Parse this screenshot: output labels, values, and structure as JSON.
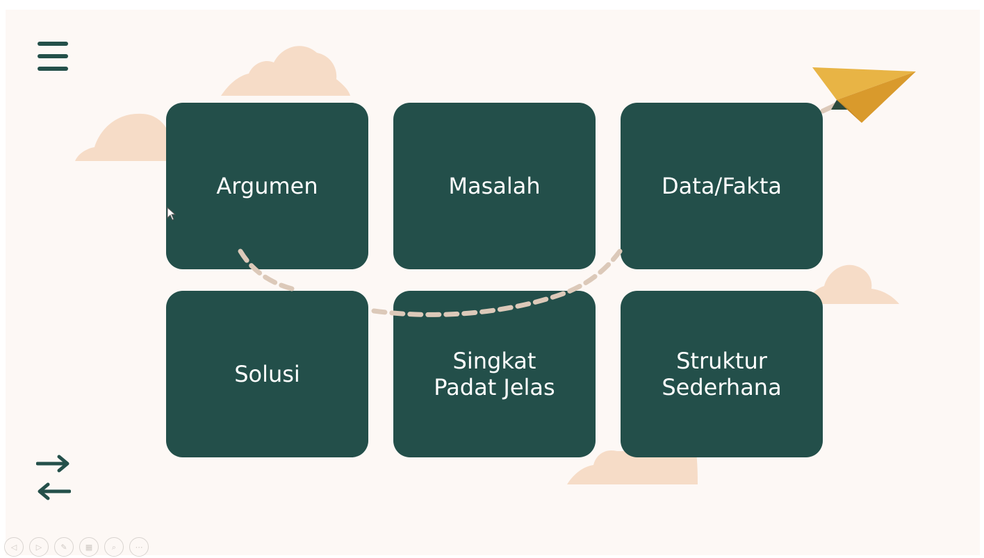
{
  "menu": {
    "icon": "hamburger-menu-icon"
  },
  "cards": {
    "argumen": "Argumen",
    "masalah": "Masalah",
    "data_fakta": "Data/Fakta",
    "solusi": "Solusi",
    "singkat": "Singkat\nPadat Jelas",
    "struktur": "Struktur\nSederhana"
  },
  "nav": {
    "next_icon": "arrow-right-icon",
    "prev_icon": "arrow-left-icon"
  },
  "toolbar": {
    "items": [
      "previous-slide-icon",
      "next-slide-icon",
      "pen-icon",
      "slides-grid-icon",
      "zoom-icon",
      "more-options-icon"
    ],
    "labels": [
      "◁",
      "▷",
      "✎",
      "▦",
      "⌕",
      "⋯"
    ]
  },
  "colors": {
    "background": "#fdf8f5",
    "card": "#234f4a",
    "card_text": "#ffffff",
    "cloud": "#f6dcc7",
    "plane": "#e3ad3b",
    "dash": "#dcc9b9"
  }
}
